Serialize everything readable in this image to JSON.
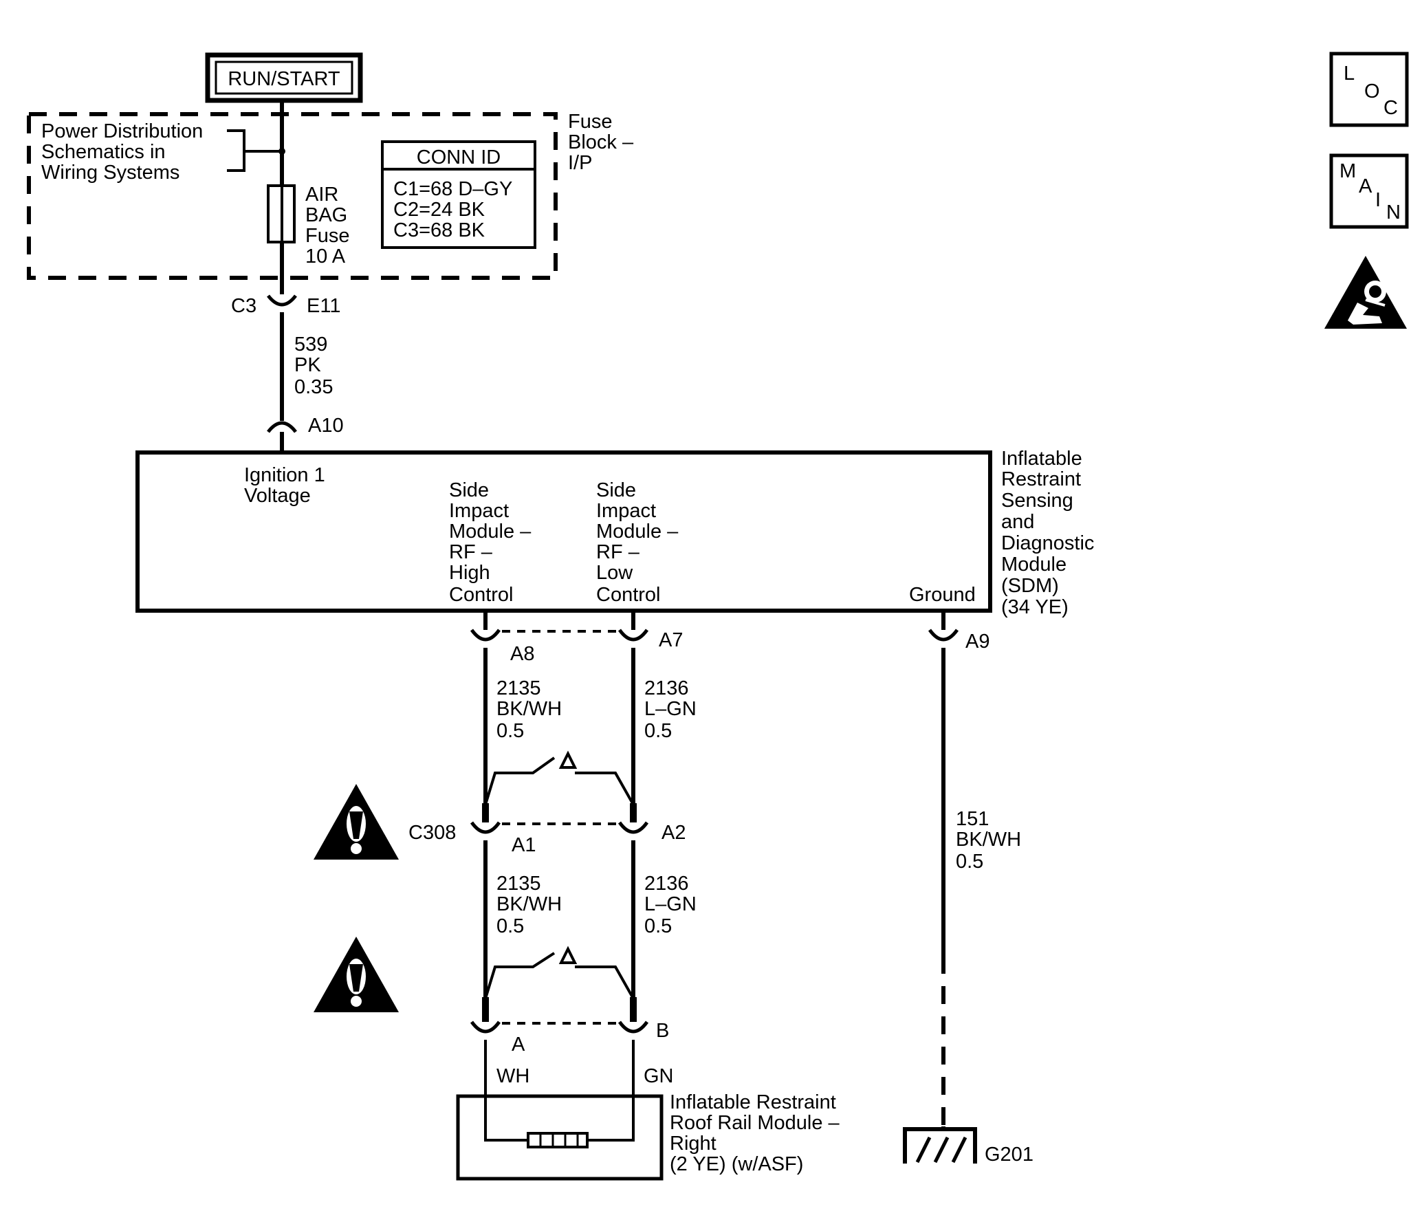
{
  "top": {
    "run_start": "RUN/START"
  },
  "fuse_block": {
    "ref_note": [
      "Power Distribution",
      "Schematics in",
      "Wiring Systems"
    ],
    "fuse_label": [
      "AIR",
      "BAG",
      "Fuse",
      "10 A"
    ],
    "block_name": [
      "Fuse",
      "Block –",
      "I/P"
    ],
    "conn_id_title": "CONN ID",
    "conn_id_rows": [
      "C1=68 D–GY",
      "C2=24 BK",
      "C3=68 BK"
    ]
  },
  "feed": {
    "conn_left": "C3",
    "conn_right": "E11",
    "wire": [
      "539",
      "PK",
      "0.35"
    ],
    "sdm_pin": "A10"
  },
  "sdm": {
    "ignition": [
      "Ignition 1",
      "Voltage"
    ],
    "high_ctrl": [
      "Side",
      "Impact",
      "Module –",
      "RF –",
      "High",
      "Control"
    ],
    "low_ctrl": [
      "Side",
      "Impact",
      "Module –",
      "RF –",
      "Low",
      "Control"
    ],
    "ground": "Ground",
    "name": [
      "Inflatable",
      "Restraint",
      "Sensing",
      "and",
      "Diagnostic",
      "Module",
      "(SDM)",
      "(34 YE)"
    ],
    "pin_high": "A8",
    "pin_low": "A7",
    "pin_ground": "A9"
  },
  "circuits_upper": {
    "high": [
      "2135",
      "BK/WH",
      "0.5"
    ],
    "low": [
      "2136",
      "L–GN",
      "0.5"
    ]
  },
  "c308": {
    "name": "C308",
    "pin_high": "A1",
    "pin_low": "A2"
  },
  "circuits_lower": {
    "high": [
      "2135",
      "BK/WH",
      "0.5"
    ],
    "low": [
      "2136",
      "L–GN",
      "0.5"
    ]
  },
  "module": {
    "pin_a": "A",
    "pin_b": "B",
    "wire_a": "WH",
    "wire_b": "GN",
    "name": [
      "Inflatable Restraint",
      "Roof Rail Module –",
      "Right",
      "(2 YE) (w/ASF)"
    ]
  },
  "ground_circuit": {
    "wire": [
      "151",
      "BK/WH",
      "0.5"
    ],
    "ground_point": "G201"
  },
  "nav": {
    "loc": [
      "L",
      "O",
      "C"
    ],
    "main": [
      "M",
      "A",
      "I",
      "N"
    ]
  },
  "icons": {
    "warning": "warning-triangle-icon",
    "airbag": "airbag-caution-icon"
  }
}
